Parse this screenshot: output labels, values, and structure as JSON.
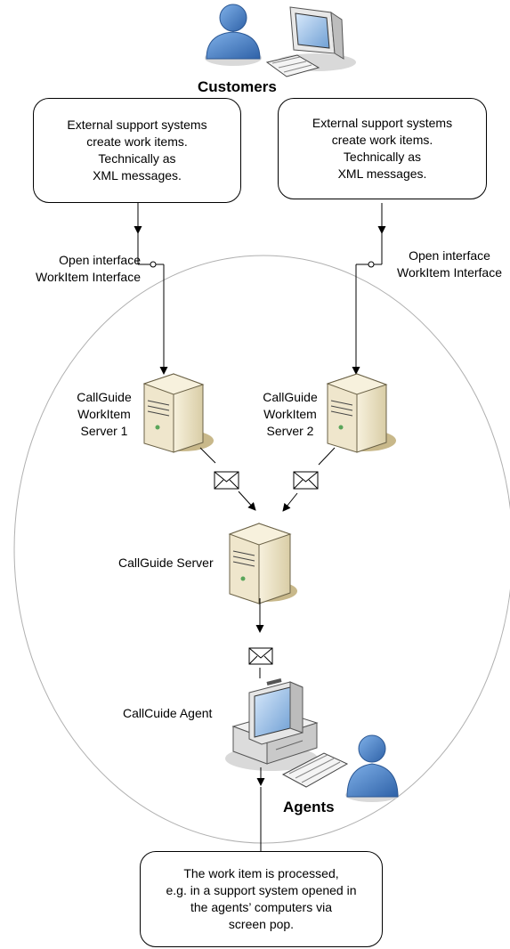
{
  "actors": {
    "customers_label": "Customers",
    "agents_label": "Agents"
  },
  "boxes": {
    "external_left": "External support systems\ncreate work items.\nTechnically as\nXML messages.",
    "external_right": "External support systems\ncreate work items.\nTechnically as\nXML messages.",
    "result": "The work item is processed,\ne.g. in a support system opened in\nthe agents’ computers via\nscreen pop."
  },
  "interfaces": {
    "left": "Open interface\nWorkItem Interface",
    "right": "Open interface\nWorkItem Interface"
  },
  "nodes": {
    "server1": "CallGuide\nWorkItem\nServer 1",
    "server2": "CallGuide\nWorkItem\nServer 2",
    "main_server": "CallGuide Server",
    "agent": "CallCuide Agent"
  },
  "colors": {
    "person": "#4a7fc1",
    "server_body": "#efe6cc",
    "server_shadow": "#a89a72",
    "monitor_screen": "#8fb6e0",
    "boundary": "#b0b0b0"
  },
  "icons": [
    "user-icon",
    "computer-icon",
    "server-icon",
    "envelope-icon"
  ]
}
